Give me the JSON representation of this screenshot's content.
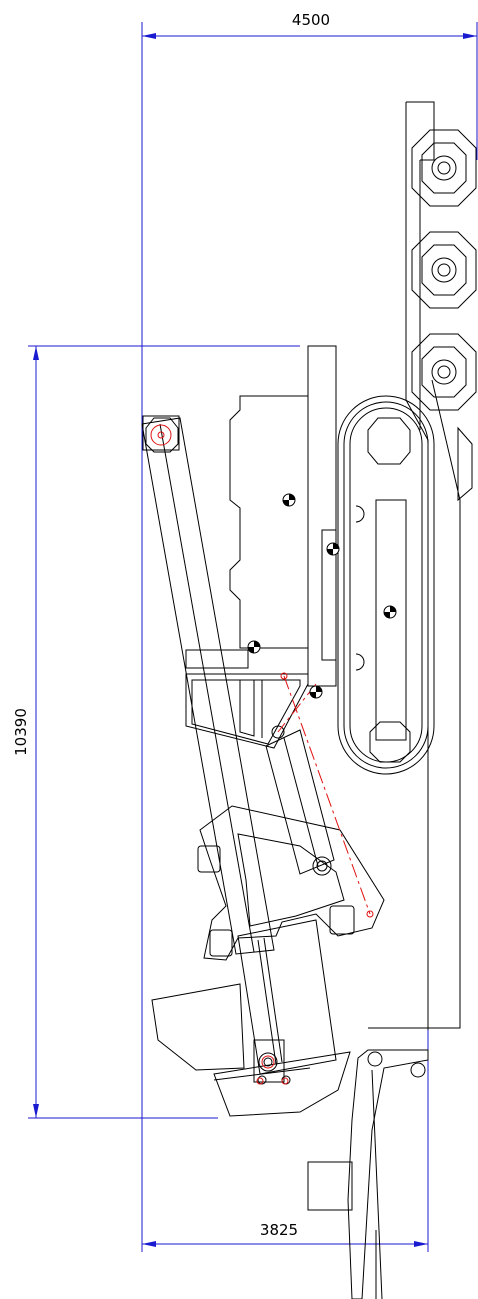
{
  "drawing": {
    "dimensions": {
      "top_width": "4500",
      "bottom_width": "3825",
      "height": "10390"
    }
  },
  "colors": {
    "dimension_line": "#1a1ad0",
    "hidden_line": "#e01010",
    "outline": "#000000",
    "background": "#ffffff"
  },
  "symbols": {
    "center_of_gravity": "cog-marker-icon",
    "pin_joint": "pin-joint-icon",
    "track_wheel": "octagon-wheel-icon"
  }
}
